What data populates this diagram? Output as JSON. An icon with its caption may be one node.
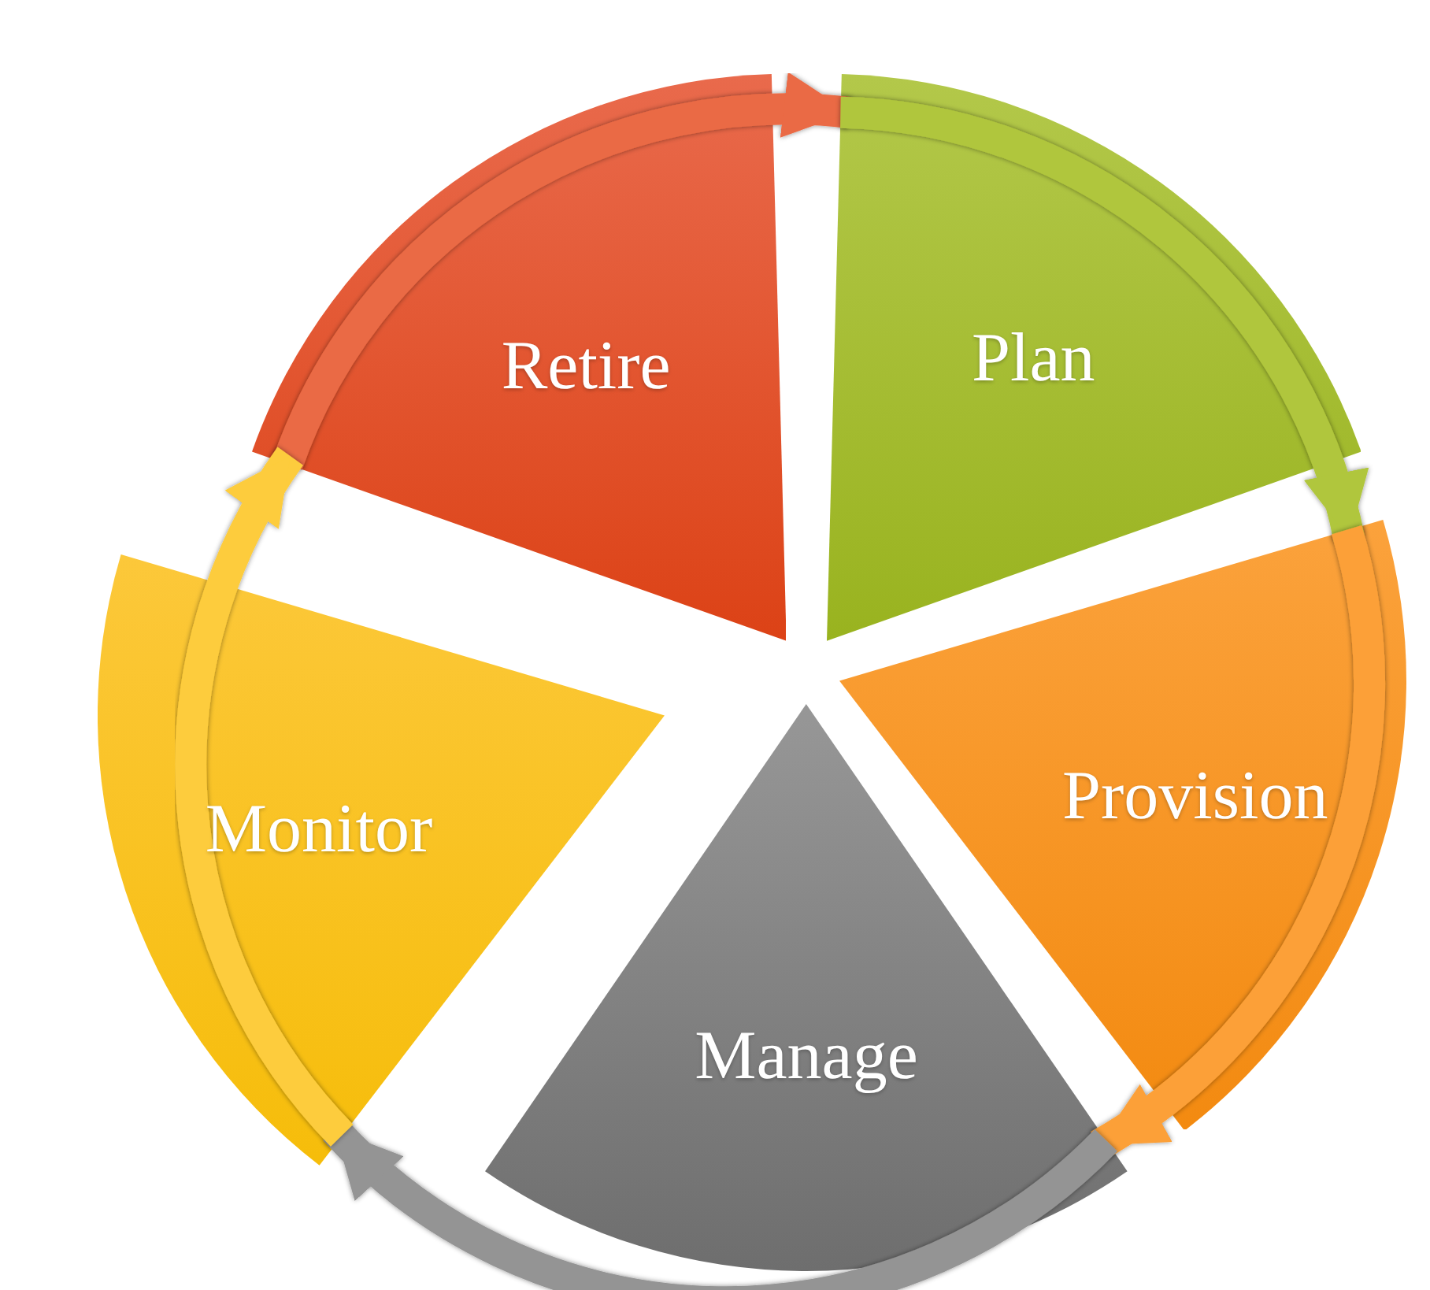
{
  "diagram": {
    "nodes": [
      {
        "text": [
          "Retire"
        ]
      },
      {
        "text": [
          "Plan"
        ]
      },
      {
        "text": [
          "Provision"
        ]
      },
      {
        "text": [
          "Manage"
        ]
      },
      {
        "text": [
          "Monitor"
        ]
      }
    ],
    "edges": [
      {
        "from": 0,
        "to": 1,
        "arrow": "to",
        "color": "#ea6a44"
      },
      {
        "from": 1,
        "to": 2,
        "arrow": "to",
        "color": "#b0c63c"
      },
      {
        "from": 2,
        "to": 3,
        "arrow": "to",
        "color": "#fca038"
      },
      {
        "from": 3,
        "to": 4,
        "arrow": "to",
        "color": "#949494"
      },
      {
        "from": 4,
        "to": 0,
        "arrow": "to",
        "color": "#fdcc3c"
      }
    ]
  }
}
